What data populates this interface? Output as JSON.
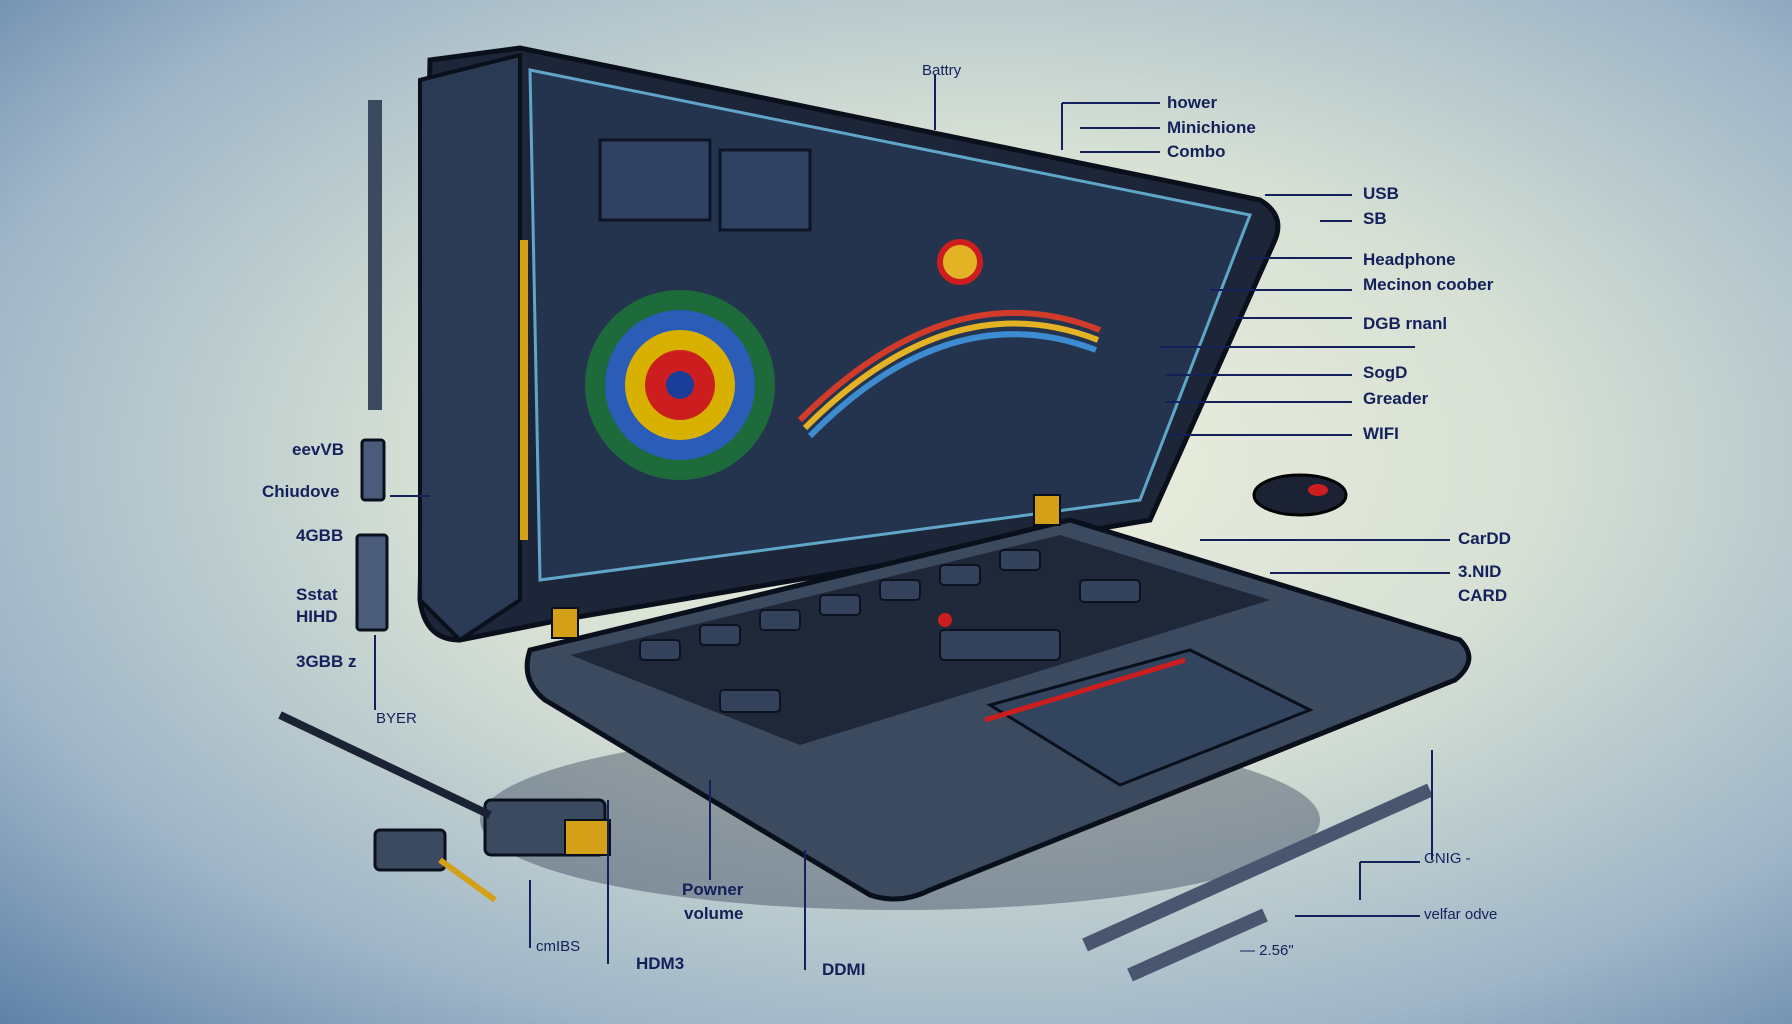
{
  "labels_top": {
    "battery": "Battry",
    "hower": "hower",
    "microphone": "Minichione",
    "combo": "Combo"
  },
  "labels_right": {
    "usb": "USB",
    "sb": "SB",
    "headphone": "Headphone",
    "mecinon": "Mecinon coober",
    "dgb": "DGB rnanl",
    "sogd": "SogD",
    "greader": "Greader",
    "wifi": "WIFI",
    "cardd": "CarDD",
    "nid": "3.NID",
    "card": "CARD",
    "cnig": "CNIG -",
    "velfar": "velfar odve",
    "size": "— 2.56\""
  },
  "labels_left": {
    "eevvb": "eevVB",
    "chiudove": "Chiudove",
    "gb4": "4GBB",
    "sstat": "Sstat",
    "hihd": "HIHD",
    "gb3": "3GBB z",
    "byer": "BYER"
  },
  "labels_bottom": {
    "powner": "Powner",
    "volume": "volume",
    "cmibs": "cmIBS",
    "hdm3": "HDM3",
    "ddmi": "DDMI"
  },
  "colors": {
    "ink": "#14205a",
    "body": "#2a3a55",
    "screen": "#1c2a44",
    "accent": "#d4a017"
  }
}
